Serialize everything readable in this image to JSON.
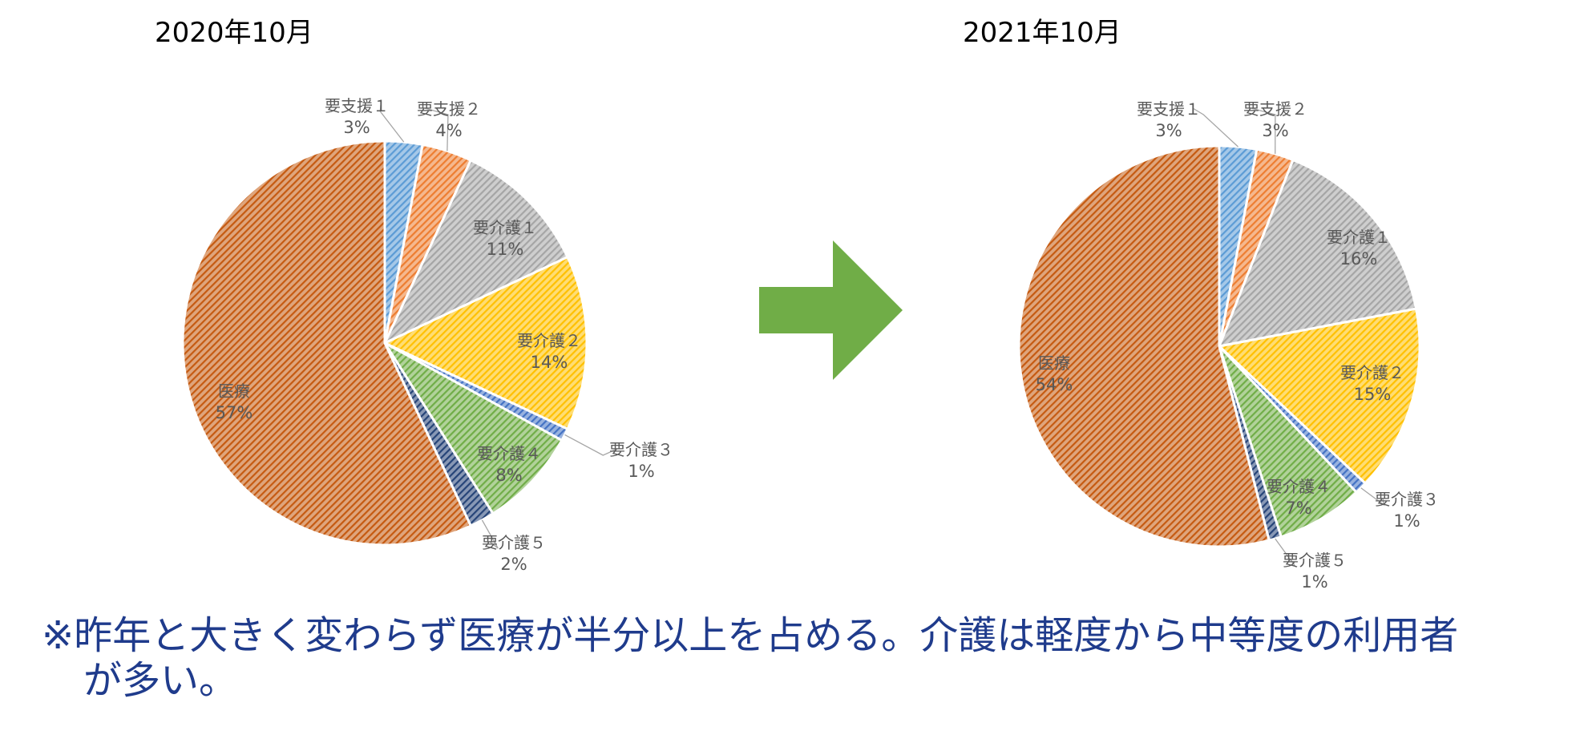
{
  "colors": {
    "youshien1": "#5B9BD5",
    "youshien2": "#ED7D31",
    "kaigo1": "#A5A5A5",
    "kaigo2": "#FFC000",
    "kaigo3": "#4472C4",
    "kaigo4": "#70AD47",
    "kaigo5": "#264478",
    "iryou": "#C55A11",
    "arrow": "#70AD47",
    "note_text": "#1F3B8C",
    "label_text": "#595959"
  },
  "arrow": {
    "icon": "right-arrow-icon",
    "direction": "right"
  },
  "chart_data": [
    {
      "type": "pie",
      "title": "2020年10月",
      "categories": [
        "要支援１",
        "要支援２",
        "要介護１",
        "要介護２",
        "要介護３",
        "要介護４",
        "要介護５",
        "医療"
      ],
      "values": [
        3,
        4,
        11,
        14,
        1,
        8,
        2,
        57
      ],
      "labels": [
        "3%",
        "4%",
        "11%",
        "14%",
        "1%",
        "8%",
        "2%",
        "57%"
      ],
      "unit": "%"
    },
    {
      "type": "pie",
      "title": "2021年10月",
      "categories": [
        "要支援１",
        "要支援２",
        "要介護１",
        "要介護２",
        "要介護３",
        "要介護４",
        "要介護５",
        "医療"
      ],
      "values": [
        3,
        3,
        16,
        15,
        1,
        7,
        1,
        54
      ],
      "labels": [
        "3%",
        "3%",
        "16%",
        "15%",
        "1%",
        "7%",
        "1%",
        "54%"
      ],
      "unit": "%"
    }
  ],
  "note": {
    "line1": "※昨年と大きく変わらず医療が半分以上を占める。介護は軽度から中等度の利用者",
    "line2": "が多い。"
  }
}
